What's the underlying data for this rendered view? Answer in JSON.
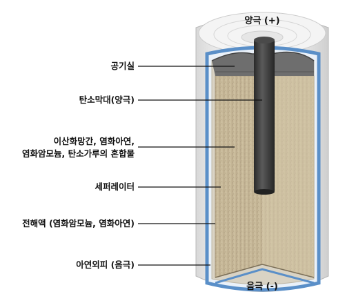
{
  "diagram": {
    "positive_terminal": "양극 (+)",
    "negative_terminal": "음극 (-)",
    "labels": {
      "air_chamber": "공기실",
      "carbon_rod": "탄소막대(양극)",
      "mixture_line1": "이산화망간, 염화아연,",
      "mixture_line2": "염화암모늄, 탄소가루의 혼합물",
      "separator": "세퍼레이터",
      "electrolyte": "전해액 (염화암모늄, 염화아연)",
      "zinc_case": "아연외피 (음극)"
    }
  },
  "colors": {
    "outer_shell": "#eeeeee",
    "zinc_blue": "#5a8fc8",
    "mixture": "#c8b99a",
    "rod": "#3a3a3a",
    "air_chamber": "#6e6e6e"
  }
}
